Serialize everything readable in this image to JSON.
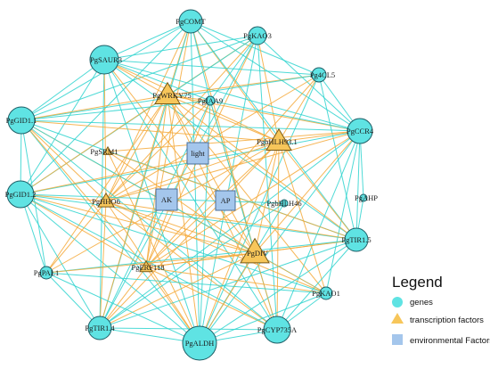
{
  "colors": {
    "gene": "#5fe3e3",
    "gene_stroke": "#1d5e66",
    "tf": "#f7c65a",
    "tf_stroke": "#7a5a16",
    "env": "#a4c6ec",
    "env_stroke": "#4a6e9a",
    "edge_gene": "#2fd4cf",
    "edge_tf": "#f5a93a"
  },
  "nodes": [
    {
      "id": "PgCOMT",
      "label": "PgCOMT",
      "type": "gene"
    },
    {
      "id": "PgKAO3",
      "label": "PgKAO3",
      "type": "gene"
    },
    {
      "id": "PgSAUR3",
      "label": "PgSAUR3",
      "type": "gene"
    },
    {
      "id": "Pg4CL5",
      "label": "Pg4CL5",
      "type": "gene"
    },
    {
      "id": "PgWRKY75",
      "label": "PgWRKY75",
      "type": "tf"
    },
    {
      "id": "PgIAA9",
      "label": "PgIAA9",
      "type": "gene"
    },
    {
      "id": "PgGID11",
      "label": "PgGID1.1",
      "type": "gene"
    },
    {
      "id": "PgCCR4",
      "label": "PgCCR4",
      "type": "gene"
    },
    {
      "id": "light",
      "label": "light",
      "type": "env"
    },
    {
      "id": "PgbHLH931",
      "label": "PgbHLH93.1",
      "type": "tf"
    },
    {
      "id": "PgSRM1",
      "label": "PgSRM1",
      "type": "tf"
    },
    {
      "id": "PgGID12",
      "label": "PgGID1.2",
      "type": "gene"
    },
    {
      "id": "AK",
      "label": "AK",
      "type": "env"
    },
    {
      "id": "AP",
      "label": "AP",
      "type": "env"
    },
    {
      "id": "PgHHO6",
      "label": "PgHHO6",
      "type": "tf"
    },
    {
      "id": "PgbHLH46",
      "label": "PgbHLH46",
      "type": "gene"
    },
    {
      "id": "PgAHP",
      "label": "PgAHP",
      "type": "gene"
    },
    {
      "id": "PgTIR15",
      "label": "PgTIR1.5",
      "type": "gene"
    },
    {
      "id": "PgDIV",
      "label": "PgDIV",
      "type": "tf"
    },
    {
      "id": "PgERF118",
      "label": "PgERF118",
      "type": "tf"
    },
    {
      "id": "PgPAL1",
      "label": "PgPAL1",
      "type": "gene"
    },
    {
      "id": "PgKAO1",
      "label": "PgKAO1",
      "type": "gene"
    },
    {
      "id": "PgTIR14",
      "label": "PgTIR1.4",
      "type": "gene"
    },
    {
      "id": "PgCYP735A",
      "label": "PgCYP735A",
      "type": "gene"
    },
    {
      "id": "PgALDH",
      "label": "PgALDH",
      "type": "gene"
    }
  ],
  "edges": [
    [
      "PgCOMT",
      "PgSAUR3"
    ],
    [
      "PgCOMT",
      "PgGID11"
    ],
    [
      "PgCOMT",
      "PgWRKY75"
    ],
    [
      "PgCOMT",
      "PgbHLH931"
    ],
    [
      "PgCOMT",
      "PgCCR4"
    ],
    [
      "PgCOMT",
      "Pg4CL5"
    ],
    [
      "PgCOMT",
      "PgDIV"
    ],
    [
      "PgCOMT",
      "PgHHO6"
    ],
    [
      "PgCOMT",
      "PgTIR14"
    ],
    [
      "PgCOMT",
      "PgALDH"
    ],
    [
      "PgCOMT",
      "PgTIR15"
    ],
    [
      "PgCOMT",
      "PgGID12"
    ],
    [
      "PgCOMT",
      "PgIAA9"
    ],
    [
      "PgCOMT",
      "PgERF118"
    ],
    [
      "PgKAO3",
      "PgSAUR3"
    ],
    [
      "PgKAO3",
      "PgGID11"
    ],
    [
      "PgKAO3",
      "PgWRKY75"
    ],
    [
      "PgKAO3",
      "PgbHLH931"
    ],
    [
      "PgKAO3",
      "PgCCR4"
    ],
    [
      "PgKAO3",
      "PgALDH"
    ],
    [
      "PgKAO3",
      "PgERF118"
    ],
    [
      "PgKAO3",
      "PgHHO6"
    ],
    [
      "PgKAO3",
      "PgTIR14"
    ],
    [
      "PgKAO3",
      "PgCYP735A"
    ],
    [
      "PgKAO3",
      "PgIAA9"
    ],
    [
      "PgKAO3",
      "PgGID12"
    ],
    [
      "PgSAUR3",
      "PgGID11"
    ],
    [
      "PgSAUR3",
      "PgWRKY75"
    ],
    [
      "PgSAUR3",
      "PgbHLH931"
    ],
    [
      "PgSAUR3",
      "PgCCR4"
    ],
    [
      "PgSAUR3",
      "PgDIV"
    ],
    [
      "PgSAUR3",
      "PgGID12"
    ],
    [
      "PgSAUR3",
      "PgTIR14"
    ],
    [
      "PgSAUR3",
      "PgALDH"
    ],
    [
      "PgSAUR3",
      "PgTIR15"
    ],
    [
      "PgSAUR3",
      "PgIAA9"
    ],
    [
      "PgSAUR3",
      "Pg4CL5"
    ],
    [
      "PgSAUR3",
      "PgHHO6"
    ],
    [
      "PgSAUR3",
      "PgCYP735A"
    ],
    [
      "Pg4CL5",
      "PgWRKY75"
    ],
    [
      "Pg4CL5",
      "PgbHLH931"
    ],
    [
      "Pg4CL5",
      "PgCCR4"
    ],
    [
      "Pg4CL5",
      "PgGID11"
    ],
    [
      "Pg4CL5",
      "PgHHO6"
    ],
    [
      "Pg4CL5",
      "PgALDH"
    ],
    [
      "Pg4CL5",
      "PgTIR15"
    ],
    [
      "Pg4CL5",
      "PgERF118"
    ],
    [
      "PgWRKY75",
      "PgGID11"
    ],
    [
      "PgWRKY75",
      "PgCCR4"
    ],
    [
      "PgWRKY75",
      "PgbHLH931"
    ],
    [
      "PgWRKY75",
      "PgGID12"
    ],
    [
      "PgWRKY75",
      "PgHHO6"
    ],
    [
      "PgWRKY75",
      "PgDIV"
    ],
    [
      "PgWRKY75",
      "PgTIR14"
    ],
    [
      "PgWRKY75",
      "PgALDH"
    ],
    [
      "PgWRKY75",
      "PgCYP735A"
    ],
    [
      "PgWRKY75",
      "PgTIR15"
    ],
    [
      "PgWRKY75",
      "PgERF118"
    ],
    [
      "PgWRKY75",
      "PgPAL1"
    ],
    [
      "PgWRKY75",
      "PgKAO1"
    ],
    [
      "PgWRKY75",
      "PgIAA9"
    ],
    [
      "PgIAA9",
      "PgGID11"
    ],
    [
      "PgIAA9",
      "PgCCR4"
    ],
    [
      "PgIAA9",
      "PgALDH"
    ],
    [
      "PgIAA9",
      "PgDIV"
    ],
    [
      "PgIAA9",
      "PgTIR14"
    ],
    [
      "PgIAA9",
      "PgHHO6"
    ],
    [
      "PgIAA9",
      "PgERF118"
    ],
    [
      "PgIAA9",
      "PgCYP735A"
    ],
    [
      "PgGID11",
      "PgbHLH931"
    ],
    [
      "PgGID11",
      "PgCCR4"
    ],
    [
      "PgGID11",
      "PgGID12"
    ],
    [
      "PgGID11",
      "PgHHO6"
    ],
    [
      "PgGID11",
      "PgDIV"
    ],
    [
      "PgGID11",
      "PgTIR15"
    ],
    [
      "PgGID11",
      "PgALDH"
    ],
    [
      "PgGID11",
      "PgCYP735A"
    ],
    [
      "PgGID11",
      "PgKAO1"
    ],
    [
      "PgGID11",
      "PgERF118"
    ],
    [
      "PgGID11",
      "PgPAL1"
    ],
    [
      "PgCCR4",
      "PgbHLH931"
    ],
    [
      "PgCCR4",
      "PgGID12"
    ],
    [
      "PgCCR4",
      "PgHHO6"
    ],
    [
      "PgCCR4",
      "PgALDH"
    ],
    [
      "PgCCR4",
      "PgTIR14"
    ],
    [
      "PgCCR4",
      "PgDIV"
    ],
    [
      "PgCCR4",
      "PgTIR15"
    ],
    [
      "PgCCR4",
      "PgAHP"
    ],
    [
      "PgCCR4",
      "PgKAO1"
    ],
    [
      "PgCCR4",
      "PgERF118"
    ],
    [
      "PgCCR4",
      "PgCYP735A"
    ],
    [
      "PgbHLH931",
      "PgGID12"
    ],
    [
      "PgbHLH931",
      "PgHHO6"
    ],
    [
      "PgbHLH931",
      "PgALDH"
    ],
    [
      "PgbHLH931",
      "PgTIR14"
    ],
    [
      "PgbHLH931",
      "PgPAL1"
    ],
    [
      "PgbHLH931",
      "PgERF118"
    ],
    [
      "PgbHLH931",
      "PgCYP735A"
    ],
    [
      "PgbHLH931",
      "PgTIR15"
    ],
    [
      "PgbHLH931",
      "PgKAO1"
    ],
    [
      "PgbHLH931",
      "PgDIV"
    ],
    [
      "PgSRM1",
      "PgDIV"
    ],
    [
      "PgSRM1",
      "PgTIR15"
    ],
    [
      "PgSRM1",
      "PgALDH"
    ],
    [
      "PgSRM1",
      "PgCCR4"
    ],
    [
      "PgGID12",
      "PgHHO6"
    ],
    [
      "PgGID12",
      "PgDIV"
    ],
    [
      "PgGID12",
      "PgTIR15"
    ],
    [
      "PgGID12",
      "PgALDH"
    ],
    [
      "PgGID12",
      "PgTIR14"
    ],
    [
      "PgGID12",
      "PgPAL1"
    ],
    [
      "PgGID12",
      "PgERF118"
    ],
    [
      "PgGID12",
      "PgKAO1"
    ],
    [
      "PgGID12",
      "PgCYP735A"
    ],
    [
      "PgHHO6",
      "PgDIV"
    ],
    [
      "PgHHO6",
      "PgTIR15"
    ],
    [
      "PgHHO6",
      "PgALDH"
    ],
    [
      "PgHHO6",
      "PgTIR14"
    ],
    [
      "PgHHO6",
      "PgCYP735A"
    ],
    [
      "PgHHO6",
      "PgKAO1"
    ],
    [
      "PgHHO6",
      "PgPAL1"
    ],
    [
      "PgbHLH46",
      "PgALDH"
    ],
    [
      "PgbHLH46",
      "PgTIR14"
    ],
    [
      "PgbHLH46",
      "PgGID12"
    ],
    [
      "PgAHP",
      "PgTIR15"
    ],
    [
      "PgTIR15",
      "PgDIV"
    ],
    [
      "PgTIR15",
      "PgALDH"
    ],
    [
      "PgTIR15",
      "PgTIR14"
    ],
    [
      "PgTIR15",
      "PgCYP735A"
    ],
    [
      "PgTIR15",
      "PgERF118"
    ],
    [
      "PgTIR15",
      "PgPAL1"
    ],
    [
      "PgDIV",
      "PgALDH"
    ],
    [
      "PgDIV",
      "PgTIR14"
    ],
    [
      "PgDIV",
      "PgCYP735A"
    ],
    [
      "PgDIV",
      "PgKAO1"
    ],
    [
      "PgDIV",
      "PgPAL1"
    ],
    [
      "PgDIV",
      "PgERF118"
    ],
    [
      "PgERF118",
      "PgALDH"
    ],
    [
      "PgERF118",
      "PgTIR14"
    ],
    [
      "PgERF118",
      "PgCYP735A"
    ],
    [
      "PgERF118",
      "PgKAO1"
    ],
    [
      "PgPAL1",
      "PgTIR14"
    ],
    [
      "PgPAL1",
      "PgALDH"
    ],
    [
      "PgPAL1",
      "PgKAO1"
    ],
    [
      "PgKAO1",
      "PgCYP735A"
    ],
    [
      "PgKAO1",
      "PgALDH"
    ],
    [
      "PgTIR14",
      "PgALDH"
    ],
    [
      "PgTIR14",
      "PgCYP735A"
    ],
    [
      "PgCYP735A",
      "PgALDH"
    ]
  ],
  "legend": {
    "title": "Legend",
    "items": [
      {
        "label": "genes",
        "type": "gene"
      },
      {
        "label": "transcription factors",
        "type": "tf"
      },
      {
        "label": "environmental Factors",
        "type": "env"
      }
    ]
  }
}
